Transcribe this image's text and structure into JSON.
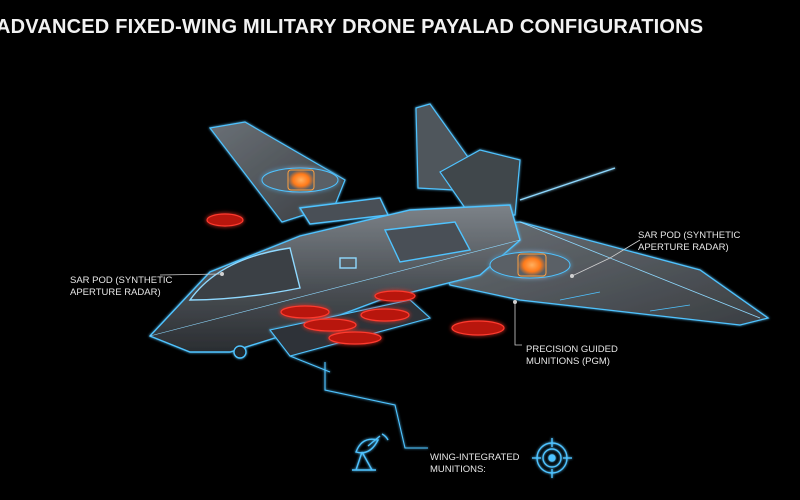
{
  "title": "ADVANCED FIXED-WING MILITARY DRONE PAYALAD CONFIGURATIONS",
  "labels": {
    "sar_left": [
      "SAR POD (SYNTHETIC",
      "APERTURE RADAR)"
    ],
    "sar_right": [
      "SAR POD (SYNTHETIC",
      "APERTURE RADAR)"
    ],
    "pgm": [
      "PRECISION GUIDED",
      "MUNITIONS (PGM)"
    ],
    "wing_munitions": [
      "WING-INTEGRATED",
      "MUNITIONS:"
    ]
  },
  "icons": [
    "satellite-dish-icon",
    "crosshair-target-icon"
  ],
  "colors": {
    "background": "#000000",
    "wireframe": "#4fc3ff",
    "hull": "#5b6066",
    "radar_pod_glow": "#ff8a2a",
    "munitions": "#e0261c"
  }
}
